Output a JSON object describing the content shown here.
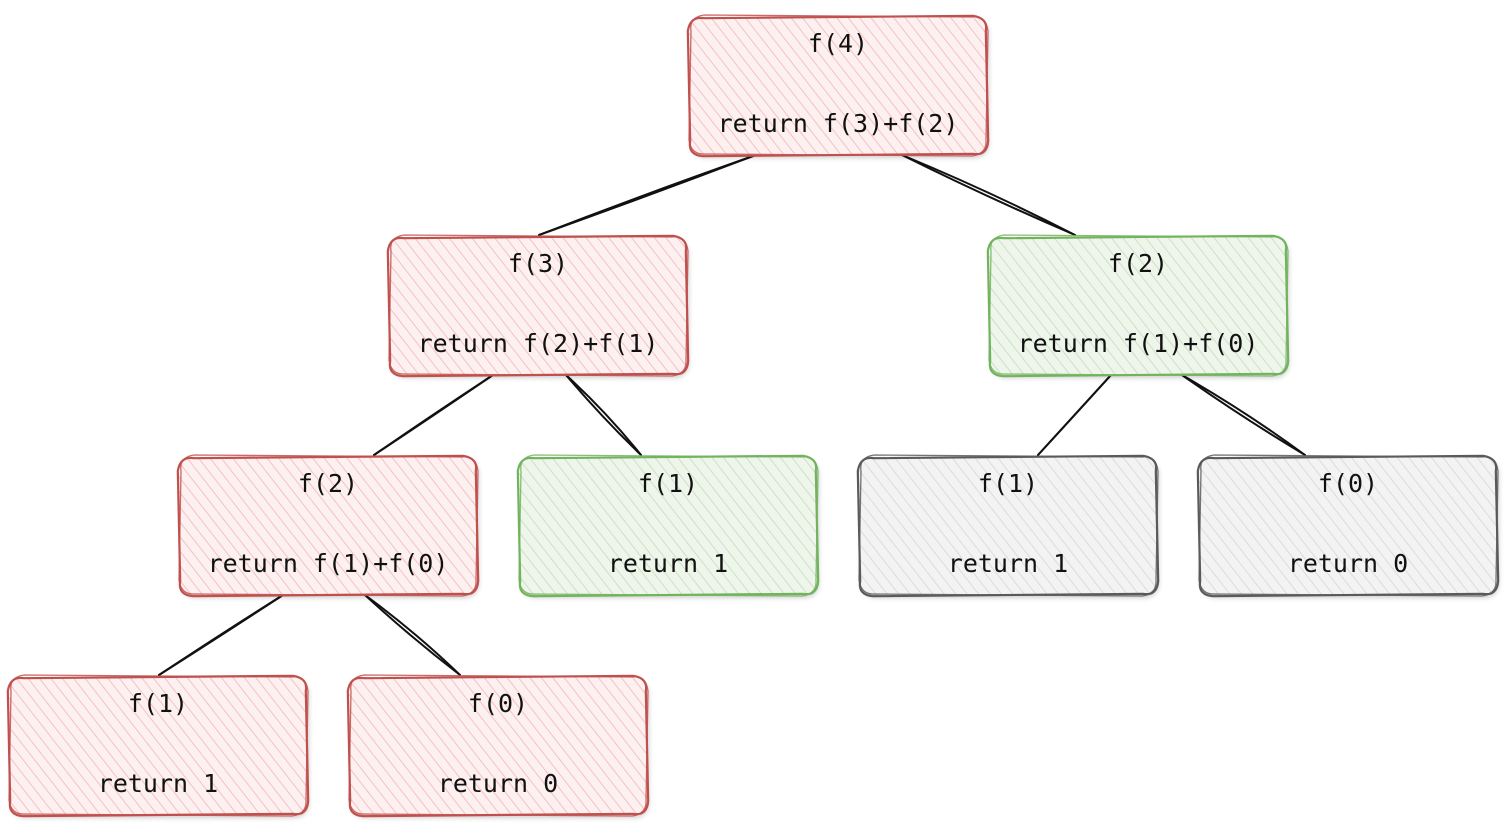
{
  "colors": {
    "red_stroke": "#c0504d",
    "red_fill": "#f4b6b6",
    "red_bg": "#fdf0f0",
    "green_stroke": "#72b35e",
    "green_fill": "#bfd9b4",
    "green_bg": "#eef5eb",
    "gray_stroke": "#5a5a5a",
    "gray_fill": "#d2d2d2",
    "gray_bg": "#f3f3f3",
    "edge": "#111111"
  },
  "nodes": [
    {
      "id": "n-f4",
      "color": "red",
      "call": "f(4)",
      "ret": "return f(3)+f(2)",
      "parent": null
    },
    {
      "id": "n-f3",
      "color": "red",
      "call": "f(3)",
      "ret": "return f(2)+f(1)",
      "parent": "n-f4"
    },
    {
      "id": "n-f2-right",
      "color": "green",
      "call": "f(2)",
      "ret": "return f(1)+f(0)",
      "parent": "n-f4"
    },
    {
      "id": "n-f2-left",
      "color": "red",
      "call": "f(2)",
      "ret": "return f(1)+f(0)",
      "parent": "n-f3"
    },
    {
      "id": "n-f1-mid",
      "color": "green",
      "call": "f(1)",
      "ret": "return 1",
      "parent": "n-f3"
    },
    {
      "id": "n-f1-gray",
      "color": "gray",
      "call": "f(1)",
      "ret": "return 1",
      "parent": "n-f2-right"
    },
    {
      "id": "n-f0-gray",
      "color": "gray",
      "call": "f(0)",
      "ret": "return 0",
      "parent": "n-f2-right"
    },
    {
      "id": "n-f1-bottom",
      "color": "red",
      "call": "f(1)",
      "ret": "return 1",
      "parent": "n-f2-left"
    },
    {
      "id": "n-f0-bottom",
      "color": "red",
      "call": "f(0)",
      "ret": "return 0",
      "parent": "n-f2-left"
    }
  ]
}
